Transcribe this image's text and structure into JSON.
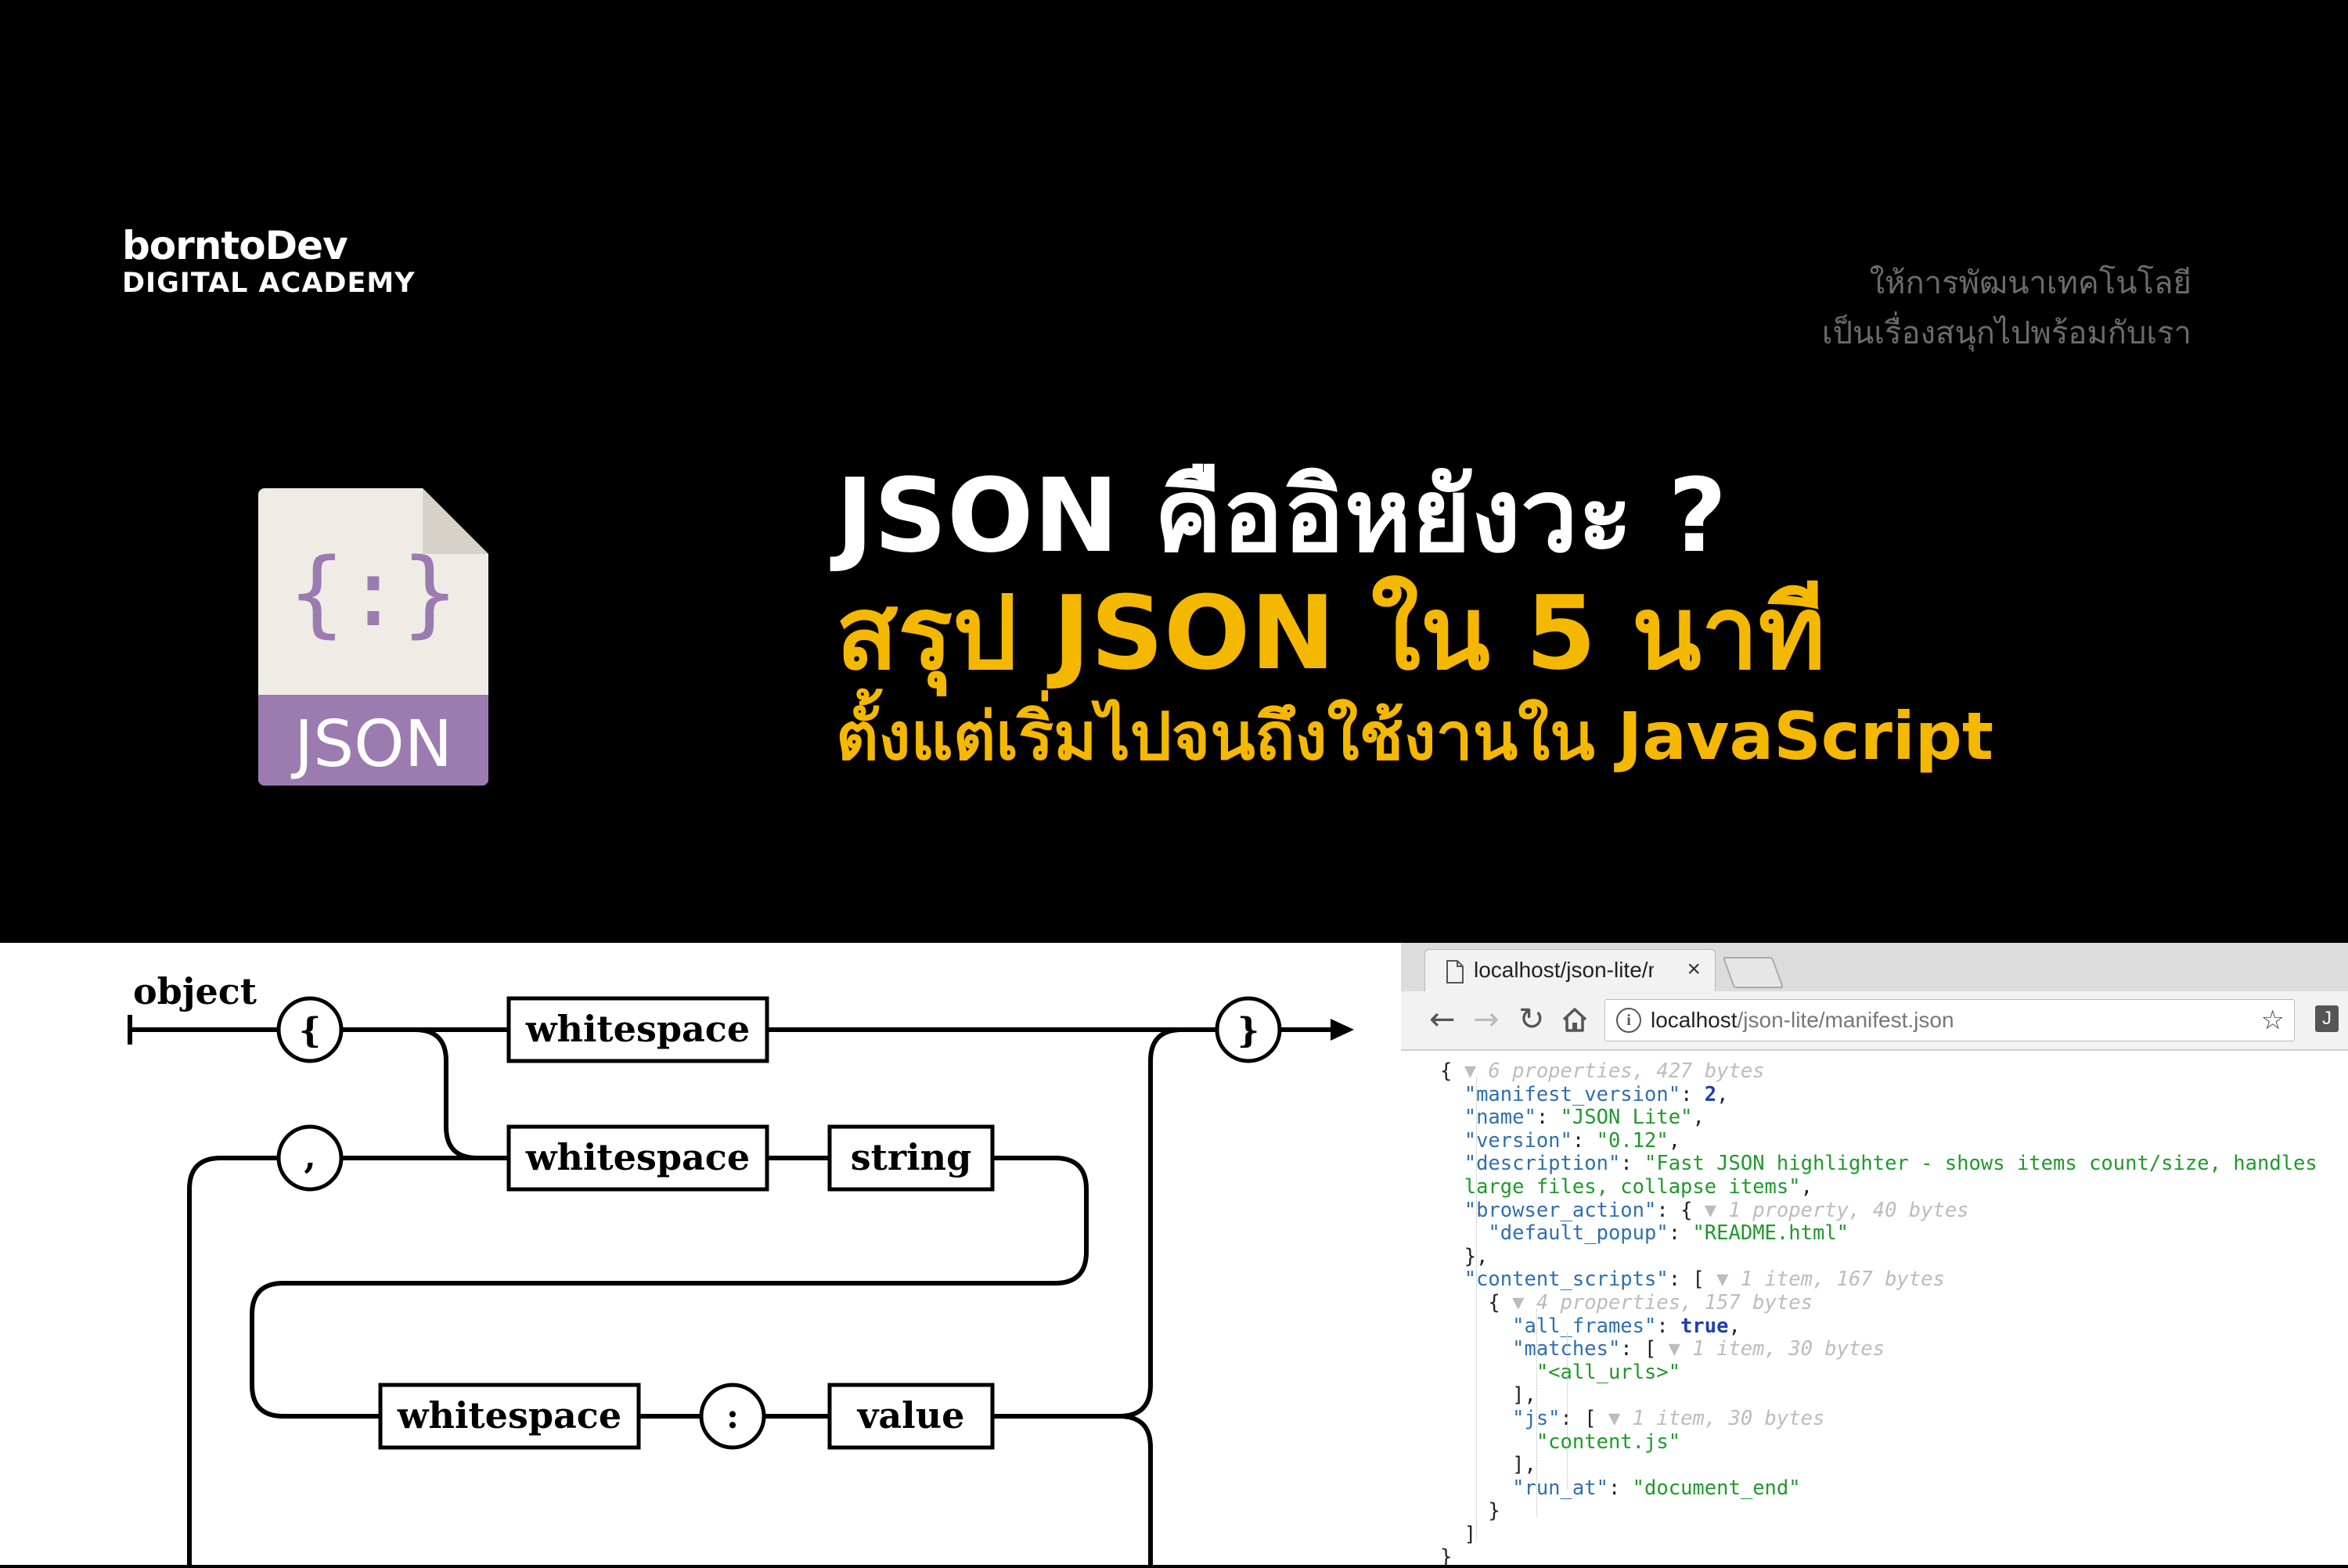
{
  "banner": {
    "brand_name": "borntoDev",
    "brand_sub": "DIGITAL ACADEMY",
    "tagline_line1": "ให้การพัฒนาเทคโนโลยี",
    "tagline_line2": "เป็นเรื่องสนุกไปพร้อมกับเรา",
    "headline_line1": "JSON คืออิหยังวะ ?",
    "headline_line2": "สรุป JSON ใน 5 นาที",
    "headline_line3": "ตั้งแต่เริ่มไปจนถึงใช้งานใน JavaScript",
    "file_icon_symbol": "{:}",
    "file_icon_label": "JSON",
    "colors": {
      "background": "#000000",
      "accent": "#f5b800",
      "icon_purple": "#9b7bb0",
      "icon_page": "#efece6"
    }
  },
  "diagram": {
    "title": "object",
    "open_brace": "{",
    "close_brace": "}",
    "comma": ",",
    "colon": ":",
    "box_whitespace": "whitespace",
    "box_string": "string",
    "box_value": "value"
  },
  "browser": {
    "tab_title": "localhost/json-lite/m",
    "tab_close": "×",
    "url_host": "localhost",
    "url_path": "/json-lite/manifest.json",
    "icons": [
      "page-icon",
      "back-icon",
      "forward-icon",
      "reload-icon",
      "home-icon",
      "info-icon",
      "star-icon",
      "extension-icon"
    ],
    "json_lines": [
      [
        [
          "p",
          "{ "
        ],
        [
          "m",
          "▼ 6 properties, 427 bytes"
        ]
      ],
      [
        [
          "p",
          "  "
        ],
        [
          "k",
          "\"manifest_version\""
        ],
        [
          "p",
          ": "
        ],
        [
          "n",
          "2"
        ],
        [
          "p",
          ","
        ]
      ],
      [
        [
          "p",
          "  "
        ],
        [
          "k",
          "\"name\""
        ],
        [
          "p",
          ": "
        ],
        [
          "s",
          "\"JSON Lite\""
        ],
        [
          "p",
          ","
        ]
      ],
      [
        [
          "p",
          "  "
        ],
        [
          "k",
          "\"version\""
        ],
        [
          "p",
          ": "
        ],
        [
          "s",
          "\"0.12\""
        ],
        [
          "p",
          ","
        ]
      ],
      [
        [
          "p",
          "  "
        ],
        [
          "k",
          "\"description\""
        ],
        [
          "p",
          ": "
        ],
        [
          "s",
          "\"Fast JSON highlighter - shows items count/size, handles"
        ]
      ],
      [
        [
          "p",
          "  "
        ],
        [
          "s",
          "large files, collapse items\""
        ],
        [
          "p",
          ","
        ]
      ],
      [
        [
          "p",
          "  "
        ],
        [
          "k",
          "\"browser_action\""
        ],
        [
          "p",
          ": { "
        ],
        [
          "m",
          "▼ 1 property, 40 bytes"
        ]
      ],
      [
        [
          "p",
          "    "
        ],
        [
          "k",
          "\"default_popup\""
        ],
        [
          "p",
          ": "
        ],
        [
          "s",
          "\"README.html\""
        ]
      ],
      [
        [
          "p",
          "  },"
        ]
      ],
      [
        [
          "p",
          "  "
        ],
        [
          "k",
          "\"content_scripts\""
        ],
        [
          "p",
          ": [ "
        ],
        [
          "m",
          "▼ 1 item, 167 bytes"
        ]
      ],
      [
        [
          "p",
          "    { "
        ],
        [
          "m",
          "▼ 4 properties, 157 bytes"
        ]
      ],
      [
        [
          "p",
          "      "
        ],
        [
          "k",
          "\"all_frames\""
        ],
        [
          "p",
          ": "
        ],
        [
          "b",
          "true"
        ],
        [
          "p",
          ","
        ]
      ],
      [
        [
          "p",
          "      "
        ],
        [
          "k",
          "\"matches\""
        ],
        [
          "p",
          ": [ "
        ],
        [
          "m",
          "▼ 1 item, 30 bytes"
        ]
      ],
      [
        [
          "p",
          "        "
        ],
        [
          "s",
          "\"<all_urls>\""
        ]
      ],
      [
        [
          "p",
          "      ],"
        ]
      ],
      [
        [
          "p",
          "      "
        ],
        [
          "k",
          "\"js\""
        ],
        [
          "p",
          ": [ "
        ],
        [
          "m",
          "▼ 1 item, 30 bytes"
        ]
      ],
      [
        [
          "p",
          "        "
        ],
        [
          "s",
          "\"content.js\""
        ]
      ],
      [
        [
          "p",
          "      ],"
        ]
      ],
      [
        [
          "p",
          "      "
        ],
        [
          "k",
          "\"run_at\""
        ],
        [
          "p",
          ": "
        ],
        [
          "s",
          "\"document_end\""
        ]
      ],
      [
        [
          "p",
          "    }"
        ]
      ],
      [
        [
          "p",
          "  ]"
        ]
      ],
      [
        [
          "p",
          "}"
        ]
      ]
    ]
  }
}
